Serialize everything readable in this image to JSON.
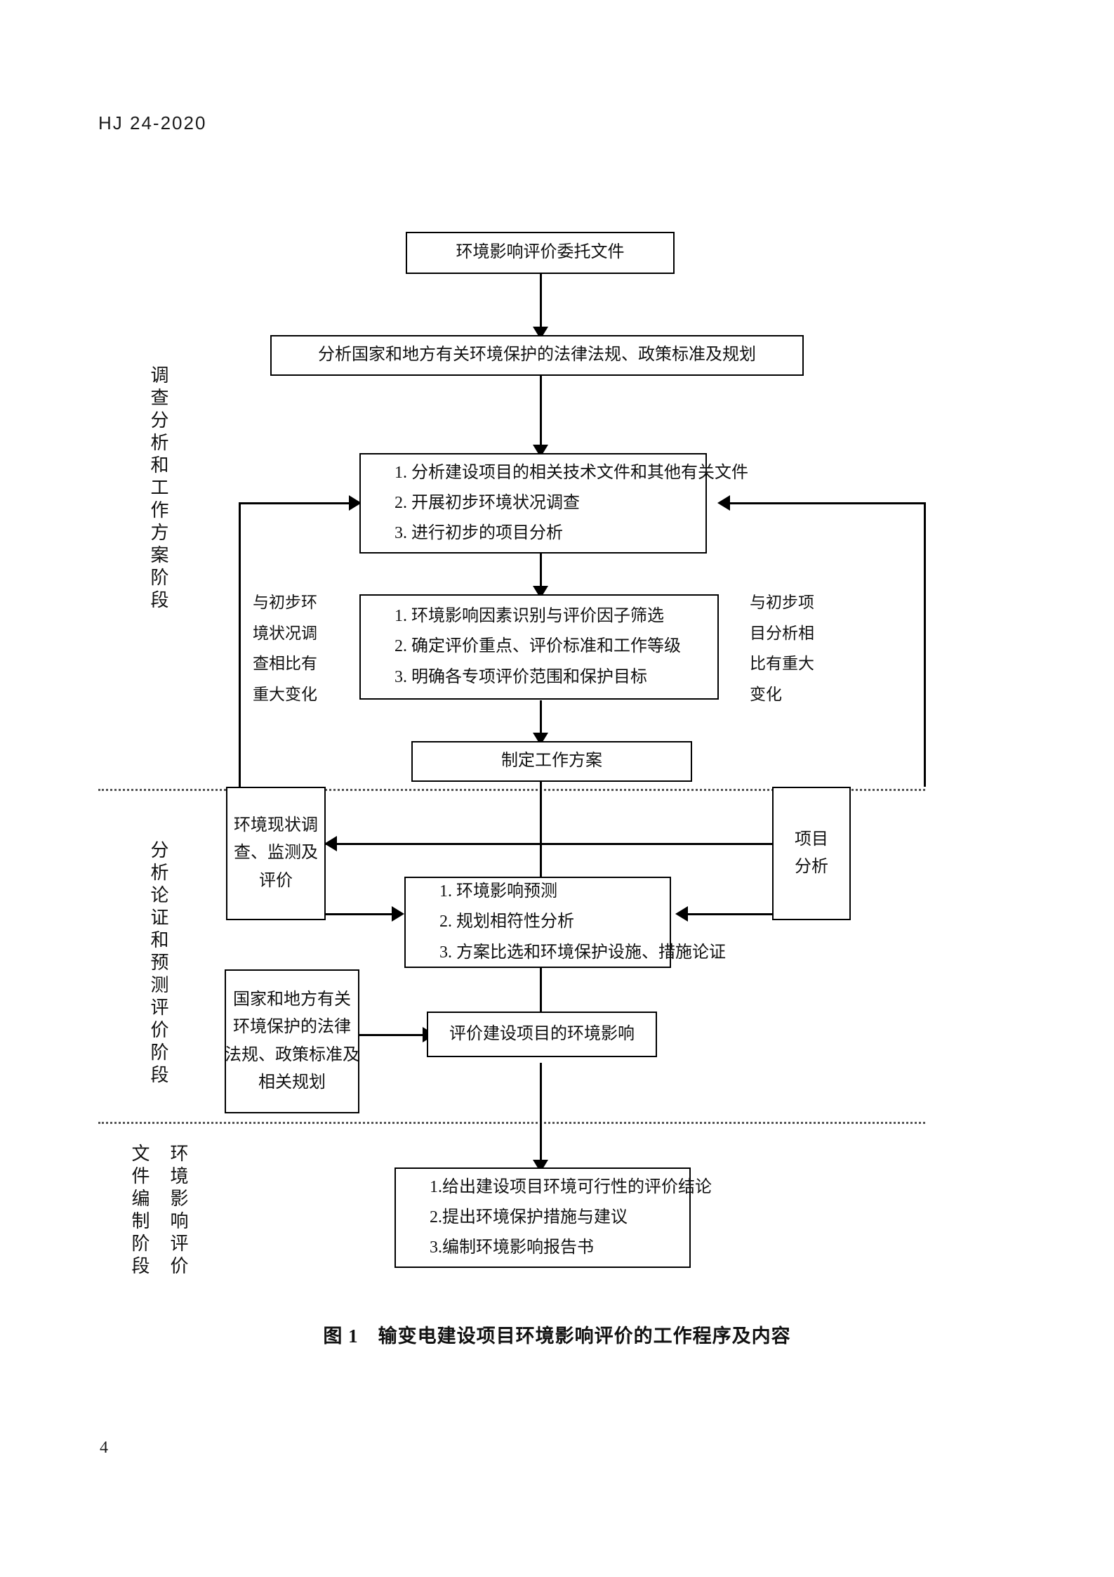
{
  "document": {
    "header": "HJ 24-2020",
    "page_number": "4",
    "figure_caption": "图 1　输变电建设项目环境影响评价的工作程序及内容"
  },
  "stages": {
    "investigation": "调查分析和工作方案阶段",
    "analysis": "分析论证和预测评价阶段",
    "eia_label": "环境影响评价",
    "document_label": "文件编制阶段"
  },
  "sidenotes": {
    "left": "与初步环境状况调查相比有重大变化",
    "right": "与初步项目分析相比有重大变化"
  },
  "boxes": {
    "commission": {
      "line1": "环境影响评价委托文件"
    },
    "laws": {
      "line1": "分析国家和地方有关环境保护的法律法规、政策标准及规划"
    },
    "preliminary": {
      "line1": "1. 分析建设项目的相关技术文件和其他有关文件",
      "line2": "2. 开展初步环境状况调查",
      "line3": "3. 进行初步的项目分析"
    },
    "factors": {
      "line1": "1. 环境影响因素识别与评价因子筛选",
      "line2": "2. 确定评价重点、评价标准和工作等级",
      "line3": "3. 明确各专项评价范围和保护目标"
    },
    "workplan": {
      "line1": "制定工作方案"
    },
    "survey": {
      "line1": "环境现状调",
      "line2": "查、监测及",
      "line3": "评价"
    },
    "project_analysis": {
      "line1": "项目",
      "line2": "分析"
    },
    "prediction": {
      "line1": "1. 环境影响预测",
      "line2": "2. 规划相符性分析",
      "line3": "3. 方案比选和环境保护设施、措施论证"
    },
    "regulations": {
      "line1": "国家和地方有关",
      "line2": "环境保护的法律",
      "line3": "法规、政策标准及",
      "line4": "相关规划"
    },
    "evaluate": {
      "line1": "评价建设项目的环境影响"
    },
    "conclusion": {
      "line1": "1.给出建设项目环境可行性的评价结论",
      "line2": "2.提出环境保护措施与建议",
      "line3": "3.编制环境影响报告书"
    }
  },
  "colors": {
    "line": "#000000",
    "text": "#111111",
    "divider": "#555555",
    "background": "#ffffff"
  }
}
